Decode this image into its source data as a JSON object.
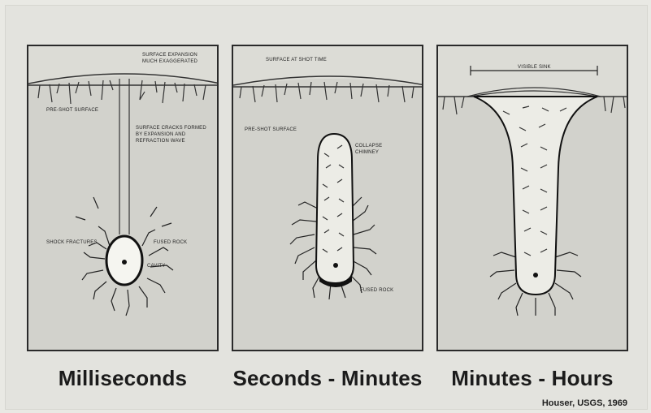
{
  "panels": [
    {
      "caption": "Milliseconds",
      "labels": {
        "surface_expansion": "SURFACE EXPANSION",
        "much_exaggerated": "MUCH EXAGGERATED",
        "pre_shot_surface": "PRE-SHOT SURFACE",
        "cracks_1": "SURFACE CRACKS FORMED",
        "cracks_2": "BY EXPANSION AND",
        "cracks_3": "REFRACTION WAVE",
        "shock_fractures": "SHOCK FRACTURES",
        "fused_rock": "FUSED ROCK",
        "cavity": "CAVITY"
      }
    },
    {
      "caption": "Seconds - Minutes",
      "labels": {
        "surface_at_shot_time": "SURFACE AT SHOT TIME",
        "pre_shot_surface": "PRE-SHOT SURFACE",
        "collapse": "COLLAPSE",
        "chimney": "CHIMNEY",
        "fused_rock": "FUSED ROCK"
      }
    },
    {
      "caption": "Minutes - Hours",
      "labels": {
        "visible_sink": "VISIBLE SINK"
      }
    }
  ],
  "credit": "Houser, USGS, 1969",
  "colors": {
    "background": "#dcdcd6",
    "ink": "#1b1b1b"
  }
}
